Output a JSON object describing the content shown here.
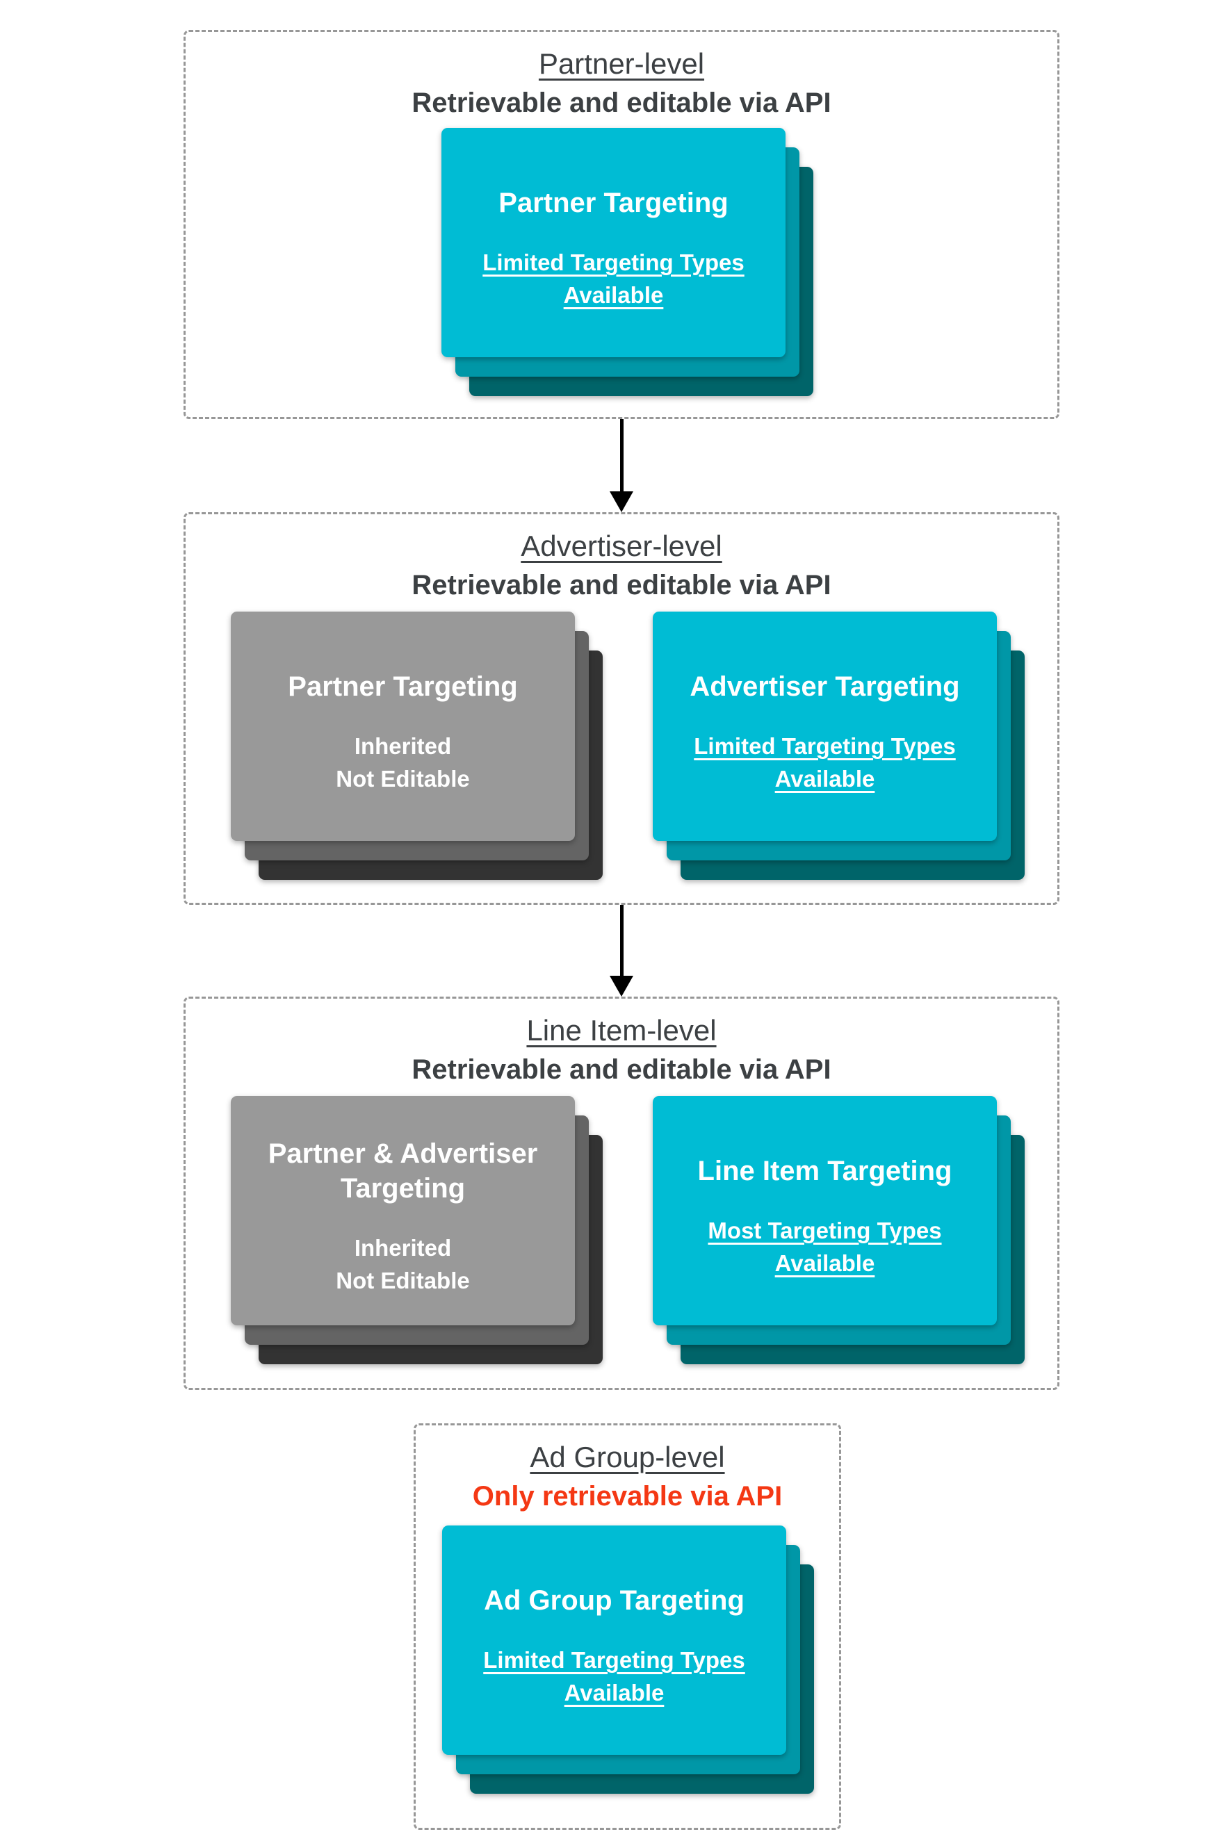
{
  "colors": {
    "teal-1": "#00BCD4",
    "teal-2": "#0097A7",
    "teal-3": "#006469",
    "gray-1": "#999999",
    "gray-2": "#646464",
    "gray-3": "#333333",
    "ink": "#3C4043",
    "red": "#F43814",
    "border": "#979797",
    "arrow": "#000000"
  },
  "sections": [
    {
      "title": "Partner-level",
      "subtitle": "Retrievable and editable via API",
      "cards": [
        {
          "heading": [
            "Partner Targeting"
          ],
          "sub": [
            "Limited Targeting Types",
            "Available"
          ]
        }
      ]
    },
    {
      "title": "Advertiser-level",
      "subtitle": "Retrievable and editable via API",
      "cards": [
        {
          "heading": [
            "Partner Targeting"
          ],
          "sub": [
            "Inherited",
            "Not Editable"
          ]
        },
        {
          "heading": [
            "Advertiser Targeting"
          ],
          "sub": [
            "Limited Targeting Types",
            "Available"
          ]
        }
      ]
    },
    {
      "title": "Line Item-level",
      "subtitle": "Retrievable and editable via API",
      "cards": [
        {
          "heading": [
            "Partner & Advertiser",
            "Targeting"
          ],
          "sub": [
            "Inherited",
            "Not Editable"
          ]
        },
        {
          "heading": [
            "Line Item Targeting"
          ],
          "sub": [
            "Most Targeting Types",
            "Available"
          ]
        }
      ]
    },
    {
      "title": "Ad Group-level",
      "subtitle": "Only retrievable via API",
      "cards": [
        {
          "heading": [
            "Ad Group Targeting"
          ],
          "sub": [
            "Limited Targeting Types",
            "Available"
          ]
        }
      ]
    }
  ]
}
